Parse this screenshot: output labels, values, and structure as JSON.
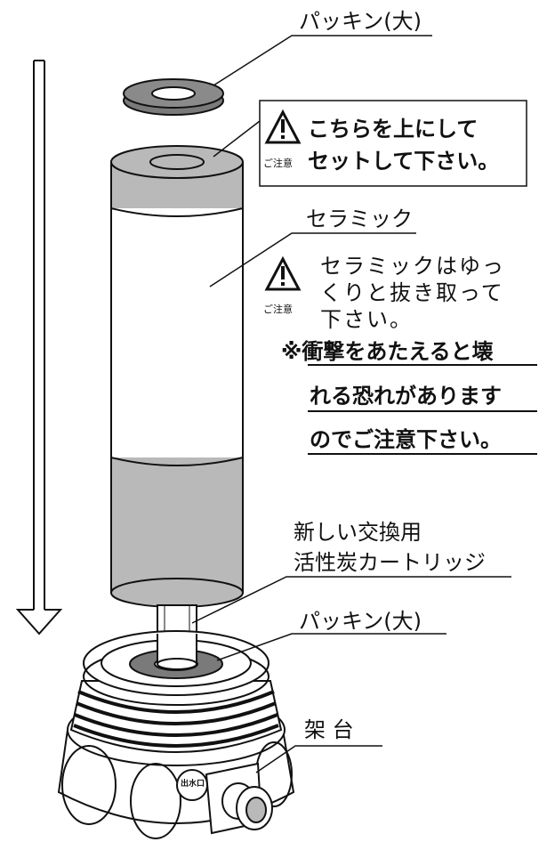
{
  "labels": {
    "packing_top": "パッキン(大)",
    "ceramic": "セラミック",
    "new_cartridge_line1": "新しい交換用",
    "new_cartridge_line2": "活性炭カートリッジ",
    "packing_bottom": "パッキン(大)",
    "stand": "架 台",
    "outlet": "出水口"
  },
  "notes": {
    "top_line1": "こちらを上にして",
    "top_line2": "セットして下さい。",
    "top_caution": "ご注意",
    "ceramic_line1": "セラミックはゆっ",
    "ceramic_line2": "くりと抜き取って",
    "ceramic_line3": "下さい。",
    "ceramic_caution": "ご注意",
    "warning_line1": "※衝撃をあたえると壊",
    "warning_line2": "れる恐れがあります",
    "warning_line3": "のでご注意下さい。"
  },
  "colors": {
    "line": "#111111",
    "gray_band": "#b9b9b9",
    "dark_gray": "#7a7a7a",
    "white": "#ffffff"
  }
}
